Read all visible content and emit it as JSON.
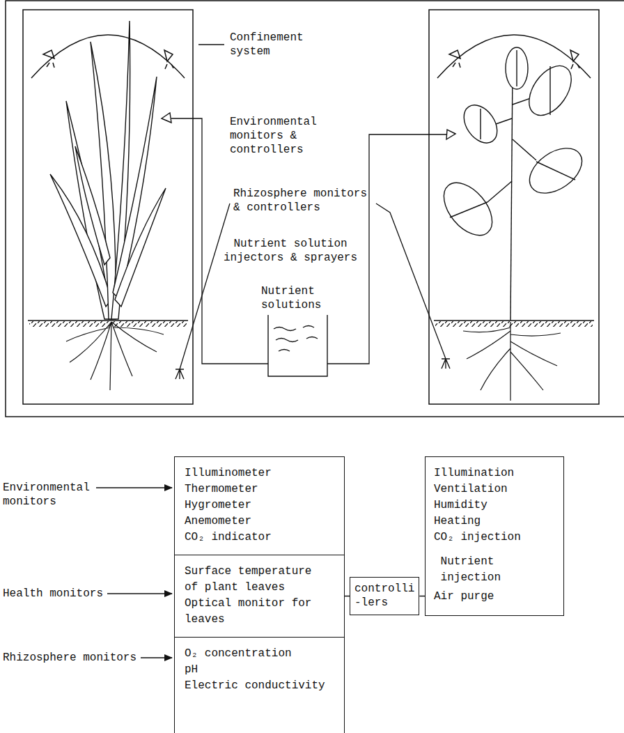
{
  "diagram": {
    "nodes": [
      {
        "text": [
          "Illuminometer",
          "Thermometer",
          "Hygrometer",
          "Anemometer",
          "CO₂ indicator"
        ]
      },
      {
        "text": [
          "Surface temperature of plant leaves",
          "Optical monitor for leaves"
        ]
      },
      {
        "text": [
          "O₂ concentration",
          "pH",
          "Electric conductivity"
        ]
      },
      {
        "text": [
          "controlli -lers"
        ]
      },
      {
        "text": [
          "Illumination",
          "Ventilation",
          "Humidity",
          "Heating",
          "CO₂ injection",
          "Nutrient injection",
          "Air purge"
        ]
      }
    ],
    "edges": [
      {
        "from": 1,
        "to": 3,
        "arrow": "none"
      },
      {
        "from": 3,
        "to": 4,
        "arrow": "none"
      }
    ],
    "labels": [
      "Confinement system",
      "Environmental monitors & controllers",
      "Rhizosphere monitors & controllers",
      "Nutrient solution injectors & sprayers",
      "Nutrient solutions",
      "Environmental monitors",
      "Health monitors",
      "Rhizosphere monitors"
    ]
  }
}
